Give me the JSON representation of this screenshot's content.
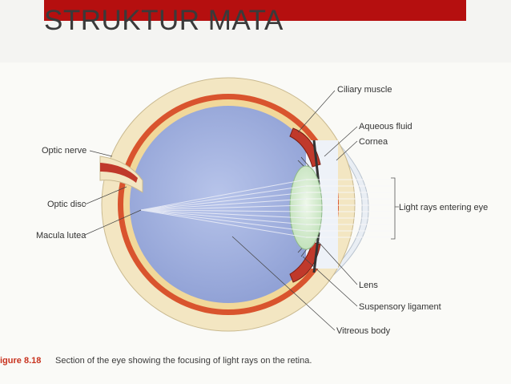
{
  "slide": {
    "title": "STRUKTUR MATA"
  },
  "diagram": {
    "labels": {
      "ciliary_muscle": "Ciliary muscle",
      "aqueous_fluid": "Aqueous fluid",
      "cornea": "Cornea",
      "optic_nerve": "Optic nerve",
      "optic_disc": "Optic disc",
      "macula_lutea": "Macula lutea",
      "light_rays": "Light rays entering eye",
      "lens": "Lens",
      "suspensory_ligament": "Suspensory ligament",
      "vitreous_body": "Vitreous body"
    },
    "caption": {
      "number": "igure 8.18",
      "text": "Section of the eye showing the focusing of light rays on the retina."
    }
  },
  "colors": {
    "title_bar": "#b50f0f",
    "sclera": "#f3e6c2",
    "choroid": "#d9542e",
    "vitreous": "#9fb0dd",
    "lens": "#d6ecd0",
    "nerve": "#c0392b"
  }
}
